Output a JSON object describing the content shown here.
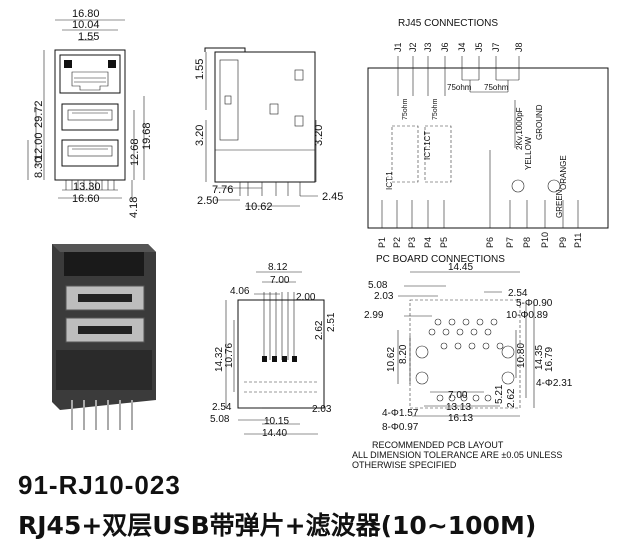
{
  "titles": {
    "part_number": "91-RJ10-023",
    "description": "RJ45+双层USB带弹片+滤波器(10~100M)"
  },
  "front_view": {
    "dims": [
      "16.80",
      "10.04",
      "1.55",
      "29.72",
      "12.00",
      "8.30",
      "12.68",
      "19.68",
      "13.30",
      "16.60",
      "4.18"
    ]
  },
  "side_view": {
    "dims": [
      "1.55",
      "3.20",
      "3.20",
      "7.76",
      "2.50",
      "10.62",
      "2.45"
    ]
  },
  "schematic": {
    "top_label": "RJ45 CONNECTIONS",
    "bottom_label": "PC BOARD CONNECTIONS",
    "jacks": [
      "J1",
      "J2",
      "J3",
      "J6",
      "J4",
      "J5",
      "J7",
      "J8"
    ],
    "pins": [
      "P1",
      "P2",
      "P3",
      "P4",
      "P5",
      "P6",
      "P7",
      "P8",
      "P10",
      "P9",
      "P11"
    ],
    "labels": [
      "75ohm",
      "75ohm",
      "75ohm",
      "75ohm",
      "ICT:1",
      "ICT:1CT",
      "2Kv,1000pF",
      "GROUND",
      "YELLOW",
      "GREEN",
      "ORANGE"
    ]
  },
  "bottom_view": {
    "dims": [
      "8.12",
      "7.00",
      "4.06",
      "2.00",
      "2.51",
      "2.62",
      "14.32",
      "10.76",
      "2.54",
      "5.08",
      "2.03",
      "10.15",
      "14.40"
    ]
  },
  "pcb_layout": {
    "dims": [
      "14.45",
      "5.08",
      "2.03",
      "2.54",
      "2.99",
      "5-Φ0.90",
      "10-Φ0.89",
      "10.62",
      "8.20",
      "14.35",
      "16.79",
      "10.80",
      "5.21",
      "2.62",
      "4-Φ2.31",
      "4-Φ1.57",
      "7.00",
      "13.13",
      "16.13",
      "8-Φ0.97"
    ],
    "note1": "RECOMMENDED PCB LAYOUT",
    "note2": "ALL DIMENSION TOLERANCE ARE ±0.05  UNLESS",
    "note3": "OTHERWISE SPECIFIED"
  }
}
